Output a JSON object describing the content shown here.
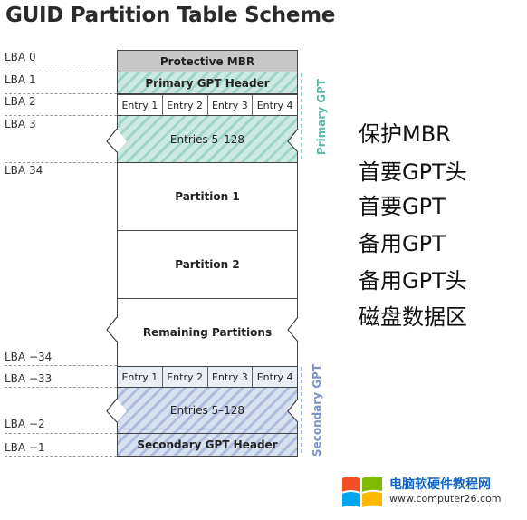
{
  "diagram": {
    "title": "GUID Partition Table Scheme",
    "lba_labels": [
      "LBA 0",
      "LBA 1",
      "LBA 2",
      "LBA 3",
      "LBA 34",
      "LBA −34",
      "LBA −33",
      "LBA −2",
      "LBA −1"
    ],
    "protective_mbr": "Protective MBR",
    "primary_header": "Primary GPT Header",
    "entries": [
      "Entry 1",
      "Entry 2",
      "Entry 3",
      "Entry 4"
    ],
    "entries_range": "Entries 5–128",
    "partition_1": "Partition 1",
    "partition_2": "Partition 2",
    "remaining": "Remaining Partitions",
    "secondary_header": "Secondary GPT Header",
    "primary_gpt_label": "Primary GPT",
    "secondary_gpt_label": "Secondary GPT",
    "colors": {
      "primary": "#5fb8a6",
      "secondary": "#7a93c9",
      "mbr": "#c8c8c8"
    }
  },
  "legend": [
    "保护MBR",
    "首要GPT头",
    "首要GPT",
    "备用GPT",
    "备用GPT头",
    "磁盘数据区"
  ],
  "watermark": {
    "name": "电脑软硬件教程网",
    "url": "www.computer26.com"
  }
}
